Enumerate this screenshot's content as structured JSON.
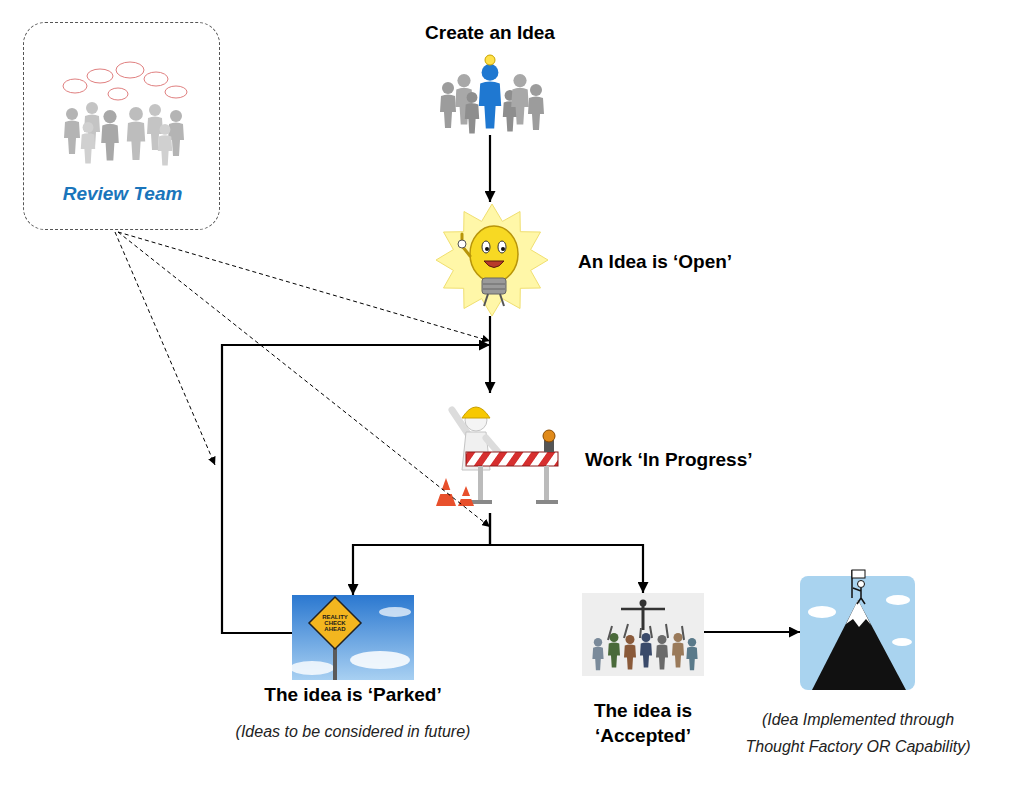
{
  "diagram": {
    "nodes": [
      {
        "text": [
          "Review Team"
        ]
      },
      {
        "text": [
          "Create an Idea"
        ]
      },
      {
        "text": [
          "An Idea is ‘Open’"
        ]
      },
      {
        "text": [
          "Work ‘In Progress’"
        ]
      },
      {
        "text": [
          "The idea is ‘Parked’",
          "(Ideas to be considered in future)"
        ]
      },
      {
        "text": [
          "The idea is ‘Accepted’"
        ]
      },
      {
        "text": [
          "(Idea Implemented through Thought Factory OR Capability)"
        ]
      }
    ],
    "edges": [
      {
        "from": 1,
        "to": 2,
        "arrow": "to"
      },
      {
        "from": 2,
        "to": 3,
        "arrow": "to"
      },
      {
        "from": 3,
        "to": 4,
        "arrow": "to"
      },
      {
        "from": 3,
        "to": 5,
        "arrow": "to"
      },
      {
        "from": 4,
        "to": 3,
        "arrow": "to"
      },
      {
        "from": 5,
        "to": 6,
        "arrow": "to"
      },
      {
        "from": 0,
        "to": 3,
        "arrow": "to"
      },
      {
        "from": 0,
        "to": 5,
        "arrow": "to"
      },
      {
        "from": 0,
        "to": 4,
        "arrow": "to"
      }
    ],
    "labels": [
      "REALITY CHECK AHEAD"
    ]
  }
}
